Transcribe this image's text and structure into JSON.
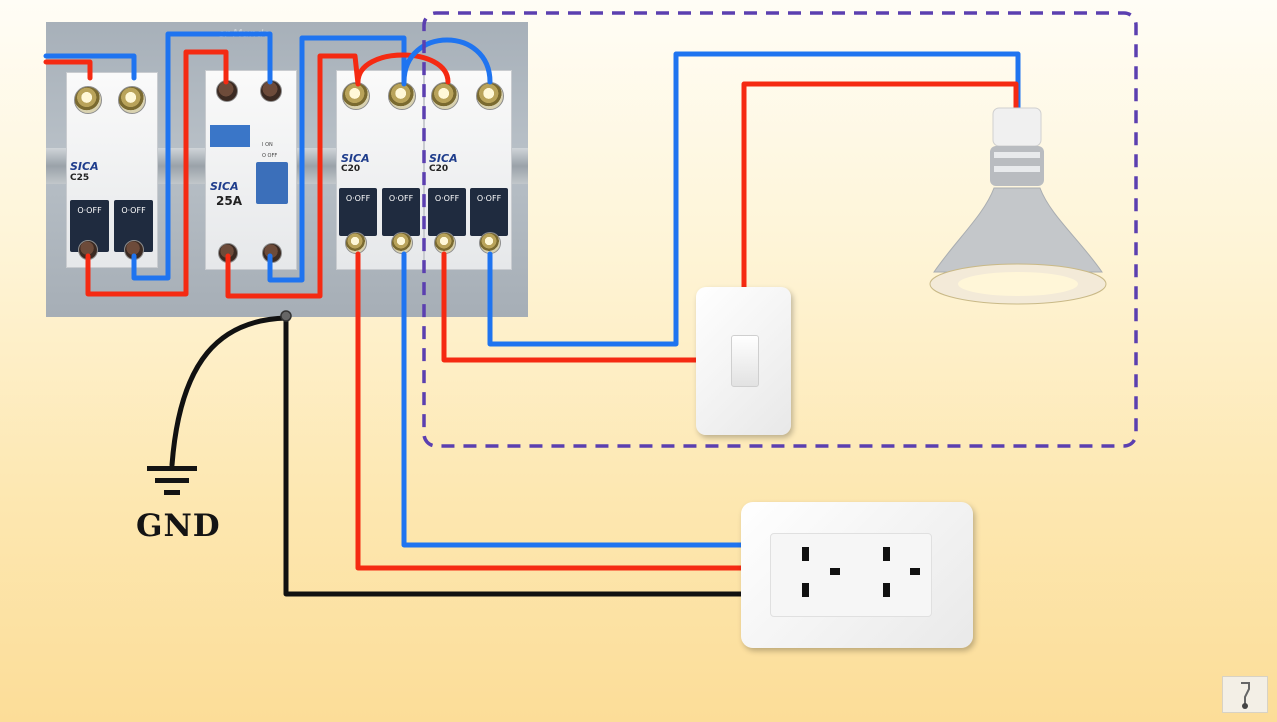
{
  "diagram": {
    "ground_label": "GND",
    "watermark_text": "er Mundo",
    "breakers": {
      "main": {
        "brand": "SICA",
        "rating": "C25",
        "off_left": "O·OFF",
        "off_right": "O·OFF"
      },
      "rcd": {
        "brand": "SICA",
        "rating": "25A",
        "on_label": "I ON",
        "off_label": "O OFF"
      },
      "branch_1": {
        "brand": "SICA",
        "rating": "C20",
        "off_left": "O·OFF",
        "off_right": "O·OFF"
      },
      "branch_2": {
        "brand": "SICA",
        "rating": "C20",
        "off_left": "O·OFF",
        "off_right": "O·OFF"
      }
    },
    "components": [
      "light-switch",
      "light-bulb",
      "double-outlet",
      "ground-symbol"
    ],
    "wire_colors": {
      "phase": "#f52a12",
      "neutral": "#1f74f0",
      "ground": "#111111",
      "circuit_boundary": "#5b3fb0"
    }
  }
}
